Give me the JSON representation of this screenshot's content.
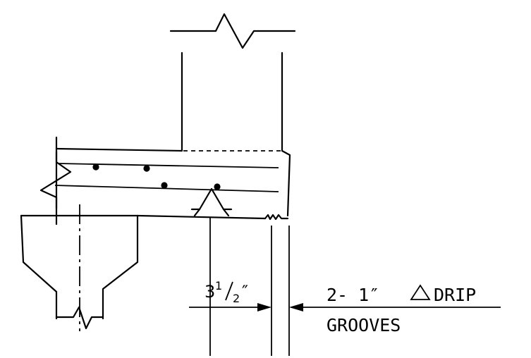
{
  "dimension": {
    "whole": "3",
    "numerator": "1",
    "denominator": "2",
    "unit": "″"
  },
  "callout": {
    "line1_prefix": "2- 1″",
    "line1_suffix": "DRIP",
    "line2": "GROOVES"
  },
  "icons": [
    "triangle-icon",
    "arrow-right-icon",
    "arrow-left-icon",
    "break-line-icon"
  ],
  "colors": {
    "line": "#000000",
    "background": "#ffffff"
  }
}
